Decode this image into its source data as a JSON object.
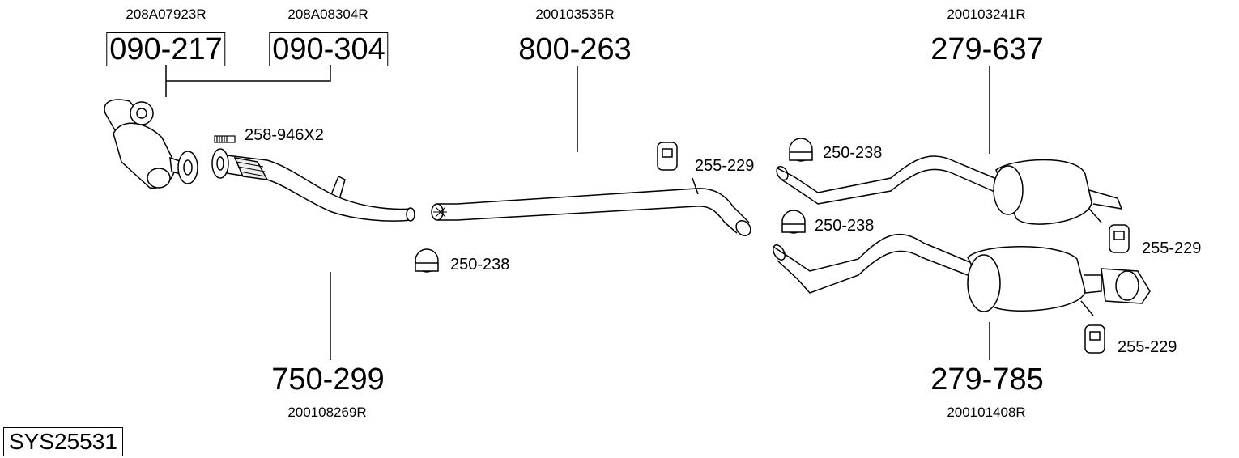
{
  "system_code": "SYS25531",
  "parts": {
    "p090_217": {
      "number": "090-217",
      "oem": "208A07923R"
    },
    "p090_304": {
      "number": "090-304",
      "oem": "208A08304R"
    },
    "p800_263": {
      "number": "800-263",
      "oem": "200103535R"
    },
    "p279_637": {
      "number": "279-637",
      "oem": "200103241R"
    },
    "p750_299": {
      "number": "750-299",
      "oem": "200108269R"
    },
    "p279_785": {
      "number": "279-785",
      "oem": "200101408R"
    }
  },
  "accessories": {
    "bolt_kit": "258-946X2",
    "clamp_a": "250-238",
    "clamp_b": "250-238",
    "clamp_c": "250-238",
    "hanger_a": "255-229",
    "hanger_b": "255-229",
    "hanger_c": "255-229"
  }
}
